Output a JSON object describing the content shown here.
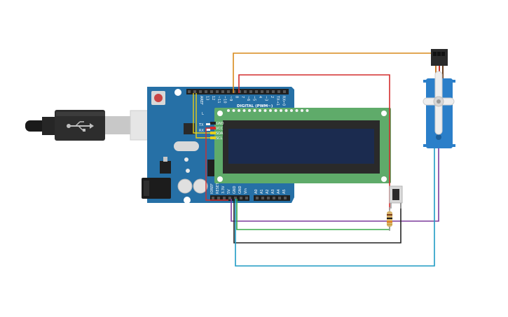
{
  "board": {
    "digital_header_label": "DIGITAL (PWM~)",
    "top_pin_labels": [
      "AREF",
      "13",
      "12",
      "~11",
      "~10",
      "~9",
      "8",
      "7",
      "~6",
      "~5",
      "4",
      "~3",
      "2",
      "TX→1",
      "RX←0"
    ],
    "bottom_pin_labels": [
      "IOREF",
      "RESET",
      "3.3V",
      "5V",
      "GND",
      "GND",
      "Vin",
      "A0",
      "A1",
      "A2",
      "A3",
      "A4",
      "A5"
    ],
    "led_labels": [
      "L",
      "TX",
      "RX"
    ]
  },
  "lcd": {
    "pin_labels": [
      "GND",
      "VCC",
      "SDA",
      "SCL"
    ]
  },
  "colors": {
    "board": "#2670a6",
    "lcd_pcb": "#5fab6a",
    "lcd_screen": "#1b2b4f",
    "servo": "#2b7fc9",
    "wire_orange": "#d98a1c",
    "wire_red": "#d32d2d",
    "wire_purple": "#7b3a9c",
    "wire_green": "#3aa84a",
    "wire_black": "#222222",
    "wire_blue": "#1e9bc4",
    "wire_yellow": "#e6cf1a"
  }
}
